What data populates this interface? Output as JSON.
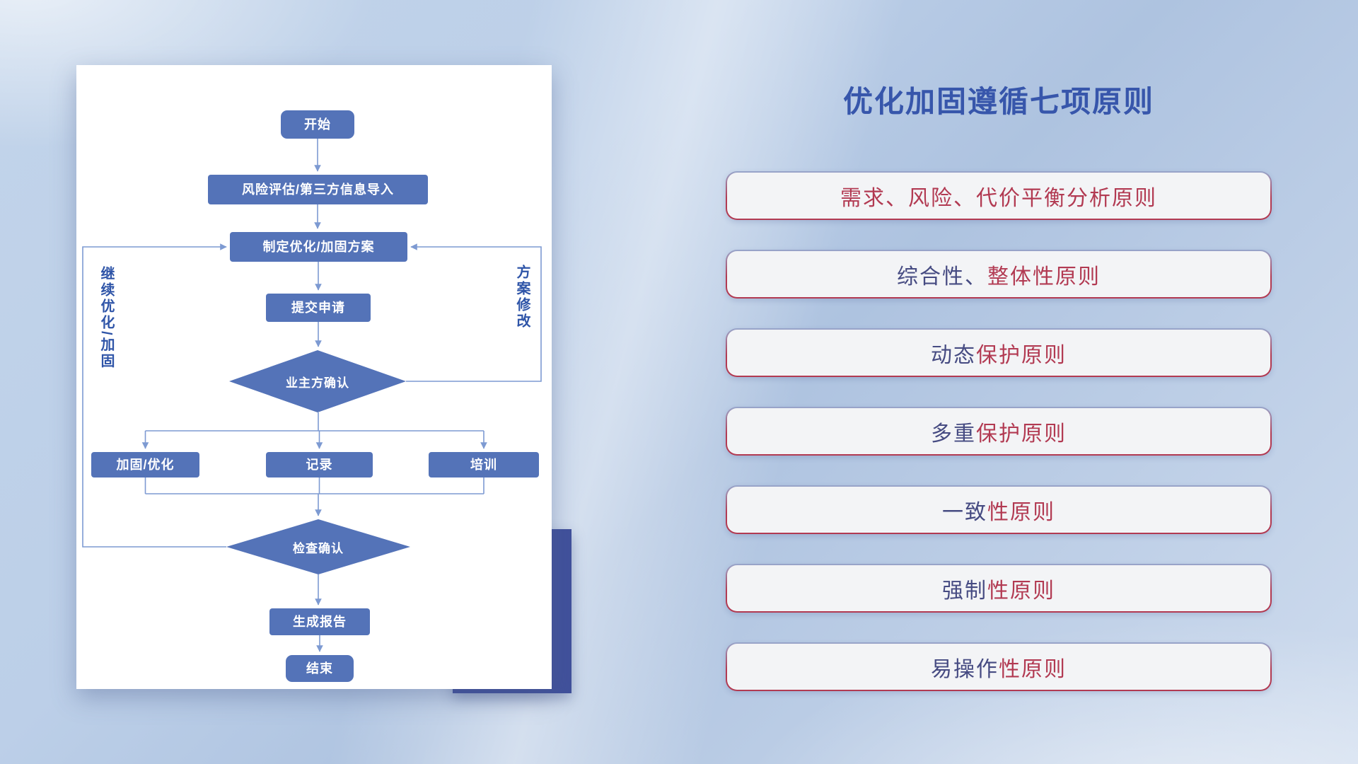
{
  "flowchart": {
    "nodes": {
      "start": "开始",
      "risk_import": "风险评估/第三方信息导入",
      "make_plan": "制定优化/加固方案",
      "submit_request": "提交申请",
      "owner_confirm": "业主方确认",
      "harden_optimize": "加固/优化",
      "record": "记录",
      "training": "培训",
      "check_confirm": "检查确认",
      "generate_report": "生成报告",
      "end": "结束"
    },
    "loop_labels": {
      "left": "继续优化/加固",
      "right": "方案修改"
    },
    "colors": {
      "node_fill": "#5473b8",
      "node_text": "#ffffff",
      "connector": "#7d9ad2",
      "loop_label": "#2f55a8",
      "accent_block": "#41519b"
    }
  },
  "principles_panel": {
    "title": "优化加固遵循七项原则",
    "colors": {
      "title": "#3756ab",
      "box_fill": "#f3f4f6",
      "border_top": "#97a6cc",
      "border_bottom": "#b23a52",
      "text_primary": "#b23a52",
      "text_secondary": "#464b82"
    },
    "items": [
      {
        "segments": [
          {
            "text": "需求、风险、代价平衡分析原则",
            "color": "#b23a52"
          }
        ]
      },
      {
        "segments": [
          {
            "text": "综合性、",
            "color": "#464b82"
          },
          {
            "text": "整体性原则",
            "color": "#b23a52"
          }
        ]
      },
      {
        "segments": [
          {
            "text": "动态",
            "color": "#464b82"
          },
          {
            "text": "保护原则",
            "color": "#b23a52"
          }
        ]
      },
      {
        "segments": [
          {
            "text": "多重",
            "color": "#464b82"
          },
          {
            "text": "保护原则",
            "color": "#b23a52"
          }
        ]
      },
      {
        "segments": [
          {
            "text": "一致",
            "color": "#464b82"
          },
          {
            "text": "性原则",
            "color": "#b23a52"
          }
        ]
      },
      {
        "segments": [
          {
            "text": "强制",
            "color": "#464b82"
          },
          {
            "text": "性原则",
            "color": "#b23a52"
          }
        ]
      },
      {
        "segments": [
          {
            "text": "易操作",
            "color": "#464b82"
          },
          {
            "text": "性原则",
            "color": "#b23a52"
          }
        ]
      }
    ]
  }
}
